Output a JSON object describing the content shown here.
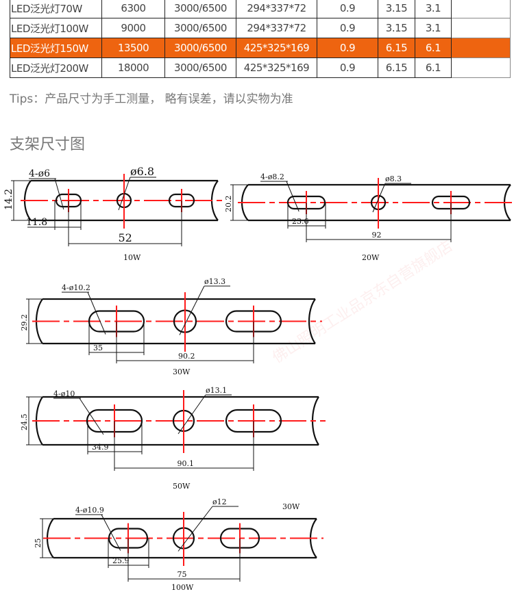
{
  "table": {
    "rows": [
      {
        "model": "LED泛光灯70W",
        "lumen": "6300",
        "cct": "3000/6500",
        "size": "294*337*72",
        "pf": "0.9",
        "gross": "3.15",
        "net": "3.1",
        "highlight": false
      },
      {
        "model": "LED泛光灯100W",
        "lumen": "9000",
        "cct": "3000/6500",
        "size": "294*337*72",
        "pf": "0.9",
        "gross": "3.15",
        "net": "3.1",
        "highlight": false
      },
      {
        "model": "LED泛光灯150W",
        "lumen": "13500",
        "cct": "3000/6500",
        "size": "425*325*169",
        "pf": "0.9",
        "gross": "6.15",
        "net": "6.1",
        "highlight": true
      },
      {
        "model": "LED泛光灯200W",
        "lumen": "18000",
        "cct": "3000/6500",
        "size": "425*325*169",
        "pf": "0.9",
        "gross": "6.15",
        "net": "6.1",
        "highlight": false
      }
    ]
  },
  "tips": "Tips：产品尺寸为手工测量， 略有误差，请以实物为准",
  "section_title": "支架尺寸图",
  "watermark": "佛山照明工业品京东自营旗舰店",
  "colors": {
    "highlight": "#ee6410",
    "centerline": "#ff1a1a"
  },
  "drawings": [
    {
      "name": "10W",
      "height": "14.2",
      "slot_label": "4-ø6",
      "hole_label": "ø6.8",
      "slot_width": "11.8",
      "spacing": "52"
    },
    {
      "name": "20W",
      "height": "20.2",
      "slot_label": "4-ø8.2",
      "hole_label": "ø8.3",
      "slot_width": "23.6",
      "spacing": "92"
    },
    {
      "name": "30W",
      "height": "29.2",
      "slot_label": "4-ø10.2",
      "hole_label": "ø13.3",
      "slot_width": "35",
      "spacing": "90.2"
    },
    {
      "name": "50W",
      "height": "24.5",
      "slot_label": "4-ø10",
      "hole_label": "ø13.1",
      "slot_width": "34.9",
      "spacing": "90.1"
    },
    {
      "name": "100W",
      "height": "25",
      "slot_label": "4-ø10.9",
      "hole_label": "ø12",
      "slot_width": "25.9",
      "spacing": "75",
      "extra_label": "30W"
    }
  ]
}
